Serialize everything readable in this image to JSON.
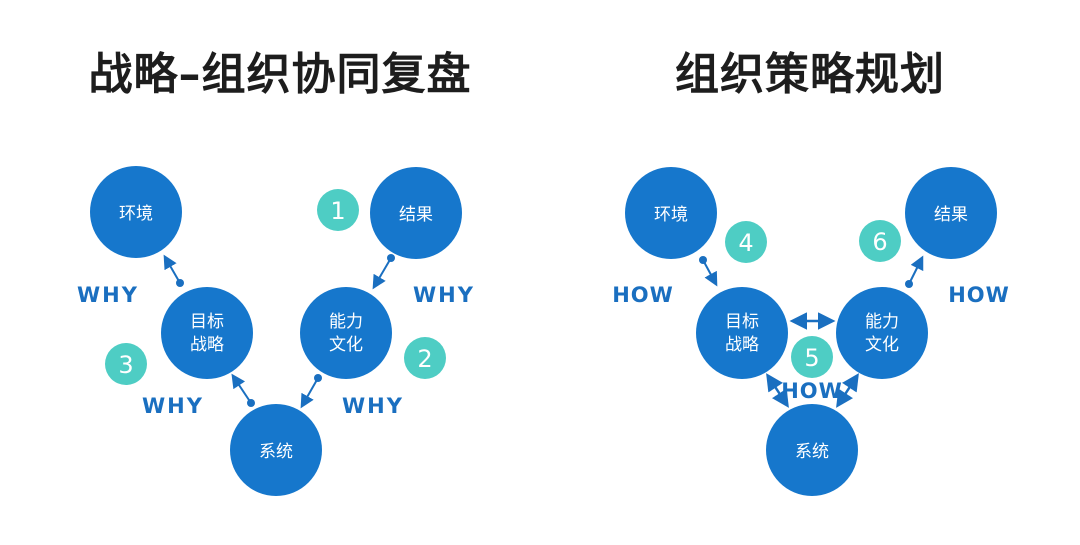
{
  "titles": {
    "left": "战略–组织协同复盘",
    "right": "组织策略规划"
  },
  "colors": {
    "node": "#1677cc",
    "badge": "#4ecdc4",
    "connector": "#1a6fc0",
    "label": "#1a6fc0",
    "title": "#1d1d1d"
  },
  "left_diagram": {
    "nodes": {
      "environment": "环境",
      "result": "结果",
      "goal_line1": "目标",
      "goal_line2": "战略",
      "capability_line1": "能力",
      "capability_line2": "文化",
      "system": "系统"
    },
    "badges": {
      "b1": "1",
      "b2": "2",
      "b3": "3"
    },
    "labels": {
      "why_upper_left": "WHY",
      "why_upper_right": "WHY",
      "why_lower_left": "WHY",
      "why_lower_right": "WHY"
    }
  },
  "right_diagram": {
    "nodes": {
      "environment": "环境",
      "result": "结果",
      "goal_line1": "目标",
      "goal_line2": "战略",
      "capability_line1": "能力",
      "capability_line2": "文化",
      "system": "系统"
    },
    "badges": {
      "b4": "4",
      "b5": "5",
      "b6": "6"
    },
    "labels": {
      "how_left": "HOW",
      "how_right": "HOW",
      "how_center": "HOW"
    }
  }
}
